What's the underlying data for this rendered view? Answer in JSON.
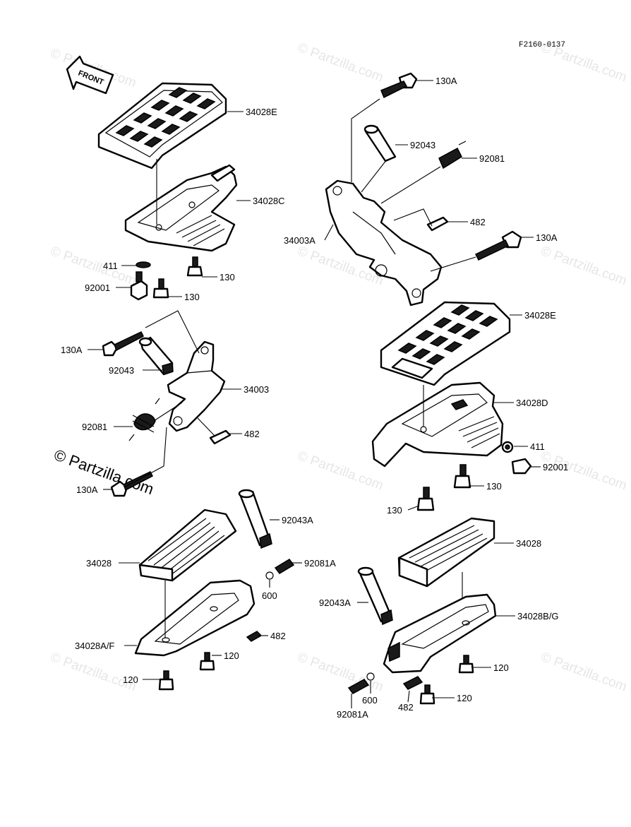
{
  "diagram_code": "F2160-0137",
  "front_label": "FRONT",
  "watermark": "© Partzilla.com",
  "watermark_corner": "© Partzilla.com",
  "labels": [
    "34028E",
    "34028C",
    "411",
    "130",
    "92001",
    "130",
    "130A",
    "92043",
    "34003",
    "92081",
    "482",
    "130A",
    "92043A",
    "34028",
    "92081A",
    "600",
    "482",
    "34028A/F",
    "120",
    "120",
    "130A",
    "92043",
    "92081",
    "482",
    "34003A",
    "130A",
    "34028E",
    "34028D",
    "411",
    "92001",
    "130",
    "130",
    "34028",
    "92043A",
    "34028B/G",
    "120",
    "600",
    "482",
    "120",
    "92081A"
  ]
}
